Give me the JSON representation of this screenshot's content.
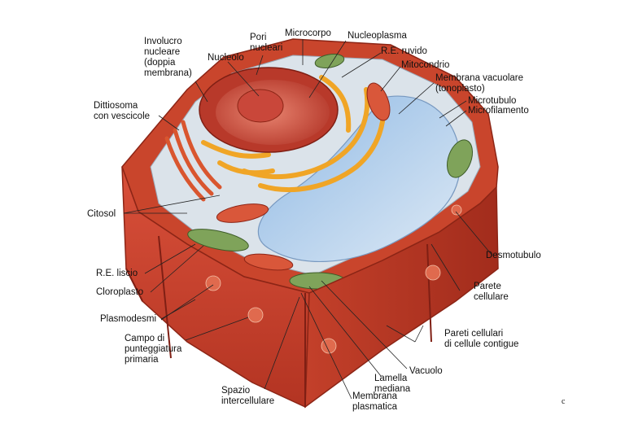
{
  "labels": {
    "involucro": "Involucro\nnucleare\n(doppia\nmembrana)",
    "pori": "Pori\nnucleari",
    "microcorpo": "Microcorpo",
    "nucleoplasma": "Nucleoplasma",
    "nucleolo": "Nucleolo",
    "re_ruvido": "R.E. ruvido",
    "mitocondrio": "Mitocondrio",
    "membrana_vacuolare": "Membrana vacuolare\n(tonoplasto)",
    "microtubulo": "Microtubulo",
    "microfilamento": "Microfilamento",
    "dittiosoma": "Dittiosoma\ncon vescicole",
    "citosol": "Citosol",
    "desmotubulo": "Desmotubulo",
    "re_liscio": "R.E. liscio",
    "cloroplasto": "Cloroplasto",
    "parete": "Parete\ncellulare",
    "plasmodesmi": "Plasmodesmi",
    "campo": "Campo di\npunteggiatura\nprimaria",
    "pareti_contigue": "Pareti cellulari\ndi cellule contigue",
    "vacuolo": "Vacuolo",
    "lamella": "Lamella\nmediana",
    "spazio": "Spazio\nintercellulare",
    "membrana_plasmatica": "Membrana\nplasmatica"
  },
  "corner_mark": "c",
  "colors": {
    "wall": "#c9452c",
    "wall_dark": "#a8311f",
    "wall_light": "#e0674a",
    "cytoplasm": "#d7dfe8",
    "vacuole": "#bcd6ee",
    "nucleus": "#c84a3c",
    "er": "#f0a526",
    "chloroplast": "#7fa35a",
    "mito": "#d9573a"
  }
}
